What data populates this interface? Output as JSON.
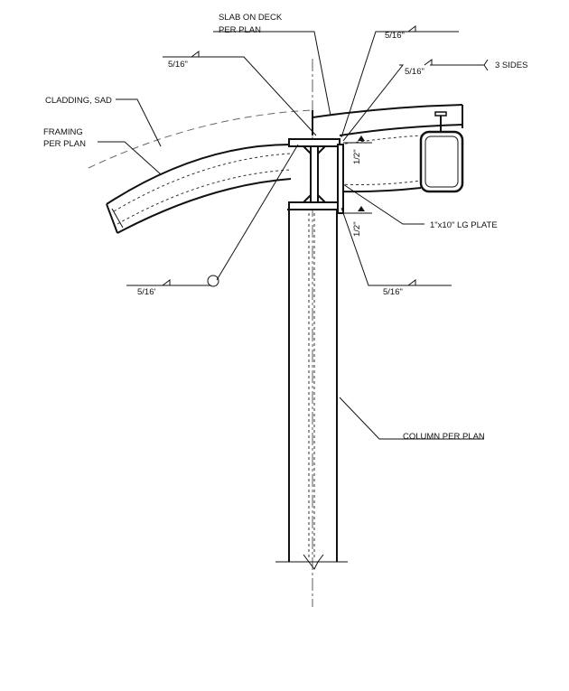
{
  "callouts": {
    "slab": [
      "SLAB ON DECK",
      "PER PLAN"
    ],
    "cladding": "CLADDING, SAD",
    "framing": [
      "FRAMING",
      "PER PLAN"
    ],
    "plate": "1\"x10\" LG PLATE",
    "column": "COLUMN PER PLAN"
  },
  "welds": {
    "top_left": "5/16\"",
    "top_center": "5/16\"",
    "top_right": "5/16\"",
    "three_sides": "3 SIDES",
    "bottom_left": "5/16'",
    "bottom_right": "5/16\"",
    "plate_upper": "1/2\"",
    "plate_lower": "1/2\""
  }
}
